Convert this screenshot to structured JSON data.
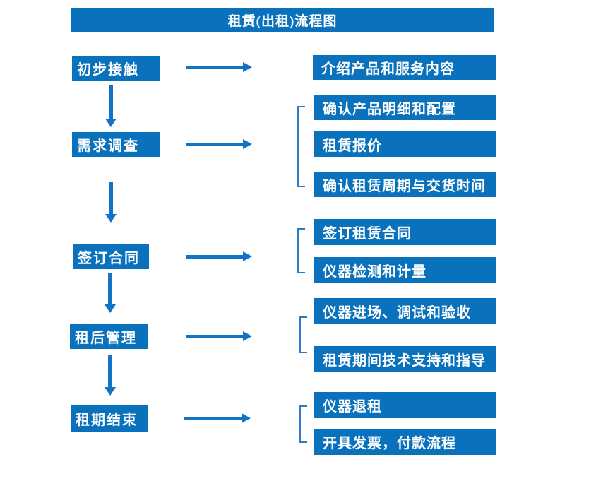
{
  "title": "租赁(出租)流程图",
  "colors": {
    "box_blue": "#0a71bd",
    "arrow_blue": "#1173c6",
    "bracket_blue": "#2e7bc4",
    "text_white": "#ffffff"
  },
  "steps": [
    {
      "label": "初步接触",
      "details": [
        "介绍产品和服务内容"
      ]
    },
    {
      "label": "需求调查",
      "details": [
        "确认产品明细和配置",
        "租赁报价",
        "确认租赁周期与交货时间"
      ]
    },
    {
      "label": "签订合同",
      "details": [
        "签订租赁合同",
        "仪器检测和计量"
      ]
    },
    {
      "label": "租后管理",
      "details": [
        "仪器进场、调试和验收",
        "租赁期间技术支持和指导"
      ]
    },
    {
      "label": "租期结束",
      "details": [
        "仪器退租",
        "开具发票，付款流程"
      ]
    }
  ]
}
